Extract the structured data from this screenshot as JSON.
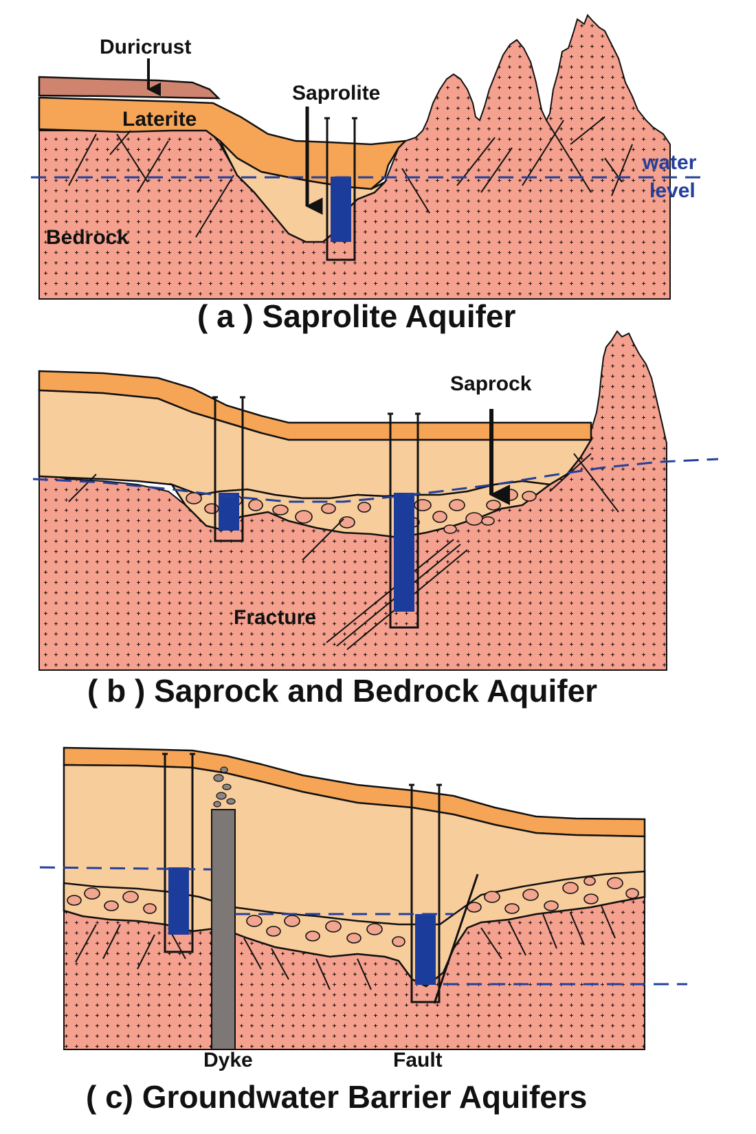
{
  "colors": {
    "bedrock": "#f4a18f",
    "bedrock_mark": "#2a1410",
    "laterite": "#f6a557",
    "saprolite": "#f8cd9c",
    "duricrust": "#cf8470",
    "water": "#1c3c9c",
    "water_level_line": "#233f9a",
    "dyke": "#7d7775",
    "outline": "#111111"
  },
  "panel_a": {
    "caption": "( a ) Saprolite Aquifer",
    "labels": {
      "duricrust": "Duricrust",
      "laterite": "Laterite",
      "saprolite": "Saprolite",
      "bedrock": "Bedrock",
      "water": "water",
      "level": "level"
    }
  },
  "panel_b": {
    "caption": "( b ) Saprock and Bedrock Aquifer",
    "labels": {
      "saprock": "Saprock",
      "fracture": "Fracture"
    }
  },
  "panel_c": {
    "caption": "( c) Groundwater Barrier Aquifers",
    "labels": {
      "dyke": "Dyke",
      "fault": "Fault"
    }
  }
}
